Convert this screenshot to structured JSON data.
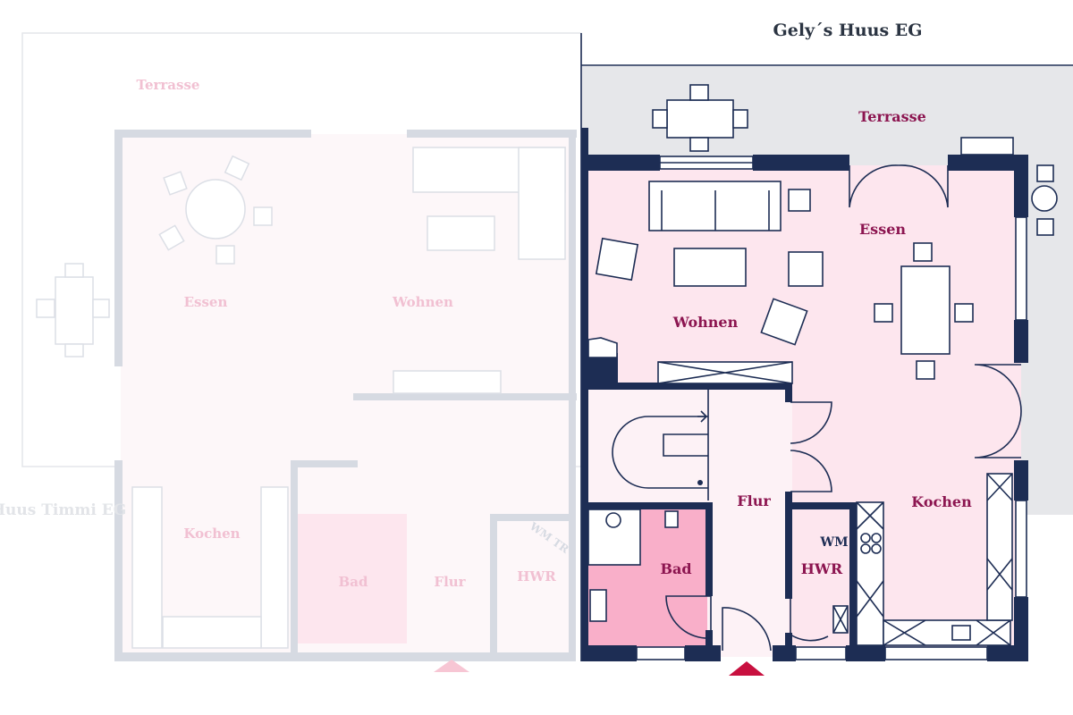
{
  "colors": {
    "wall": "#1d2d54",
    "room_fill": "#fde6ee",
    "bath_fill": "#f9afc9",
    "terrace_fill": "#e6e7ea",
    "label": "#8c1550",
    "entrance_marker": "#c8103f",
    "faded_label": "#f1c0d2",
    "faded_wall": "#d6dae2"
  },
  "right_unit": {
    "title": "Gely´s Huus EG",
    "rooms": {
      "terrace": "Terrasse",
      "dining": "Essen",
      "living": "Wohnen",
      "kitchen": "Kochen",
      "hallway": "Flur",
      "bathroom": "Bad",
      "utility": "HWR"
    },
    "washing_machine": "WM"
  },
  "left_unit": {
    "title": "Huus Timmi EG",
    "rooms": {
      "terrace": "Terrasse",
      "dining": "Essen",
      "living": "Wohnen",
      "kitchen": "Kochen",
      "bathroom": "Bad",
      "hallway": "Flur",
      "utility": "HWR"
    },
    "washer_dryer": "WM TR"
  }
}
